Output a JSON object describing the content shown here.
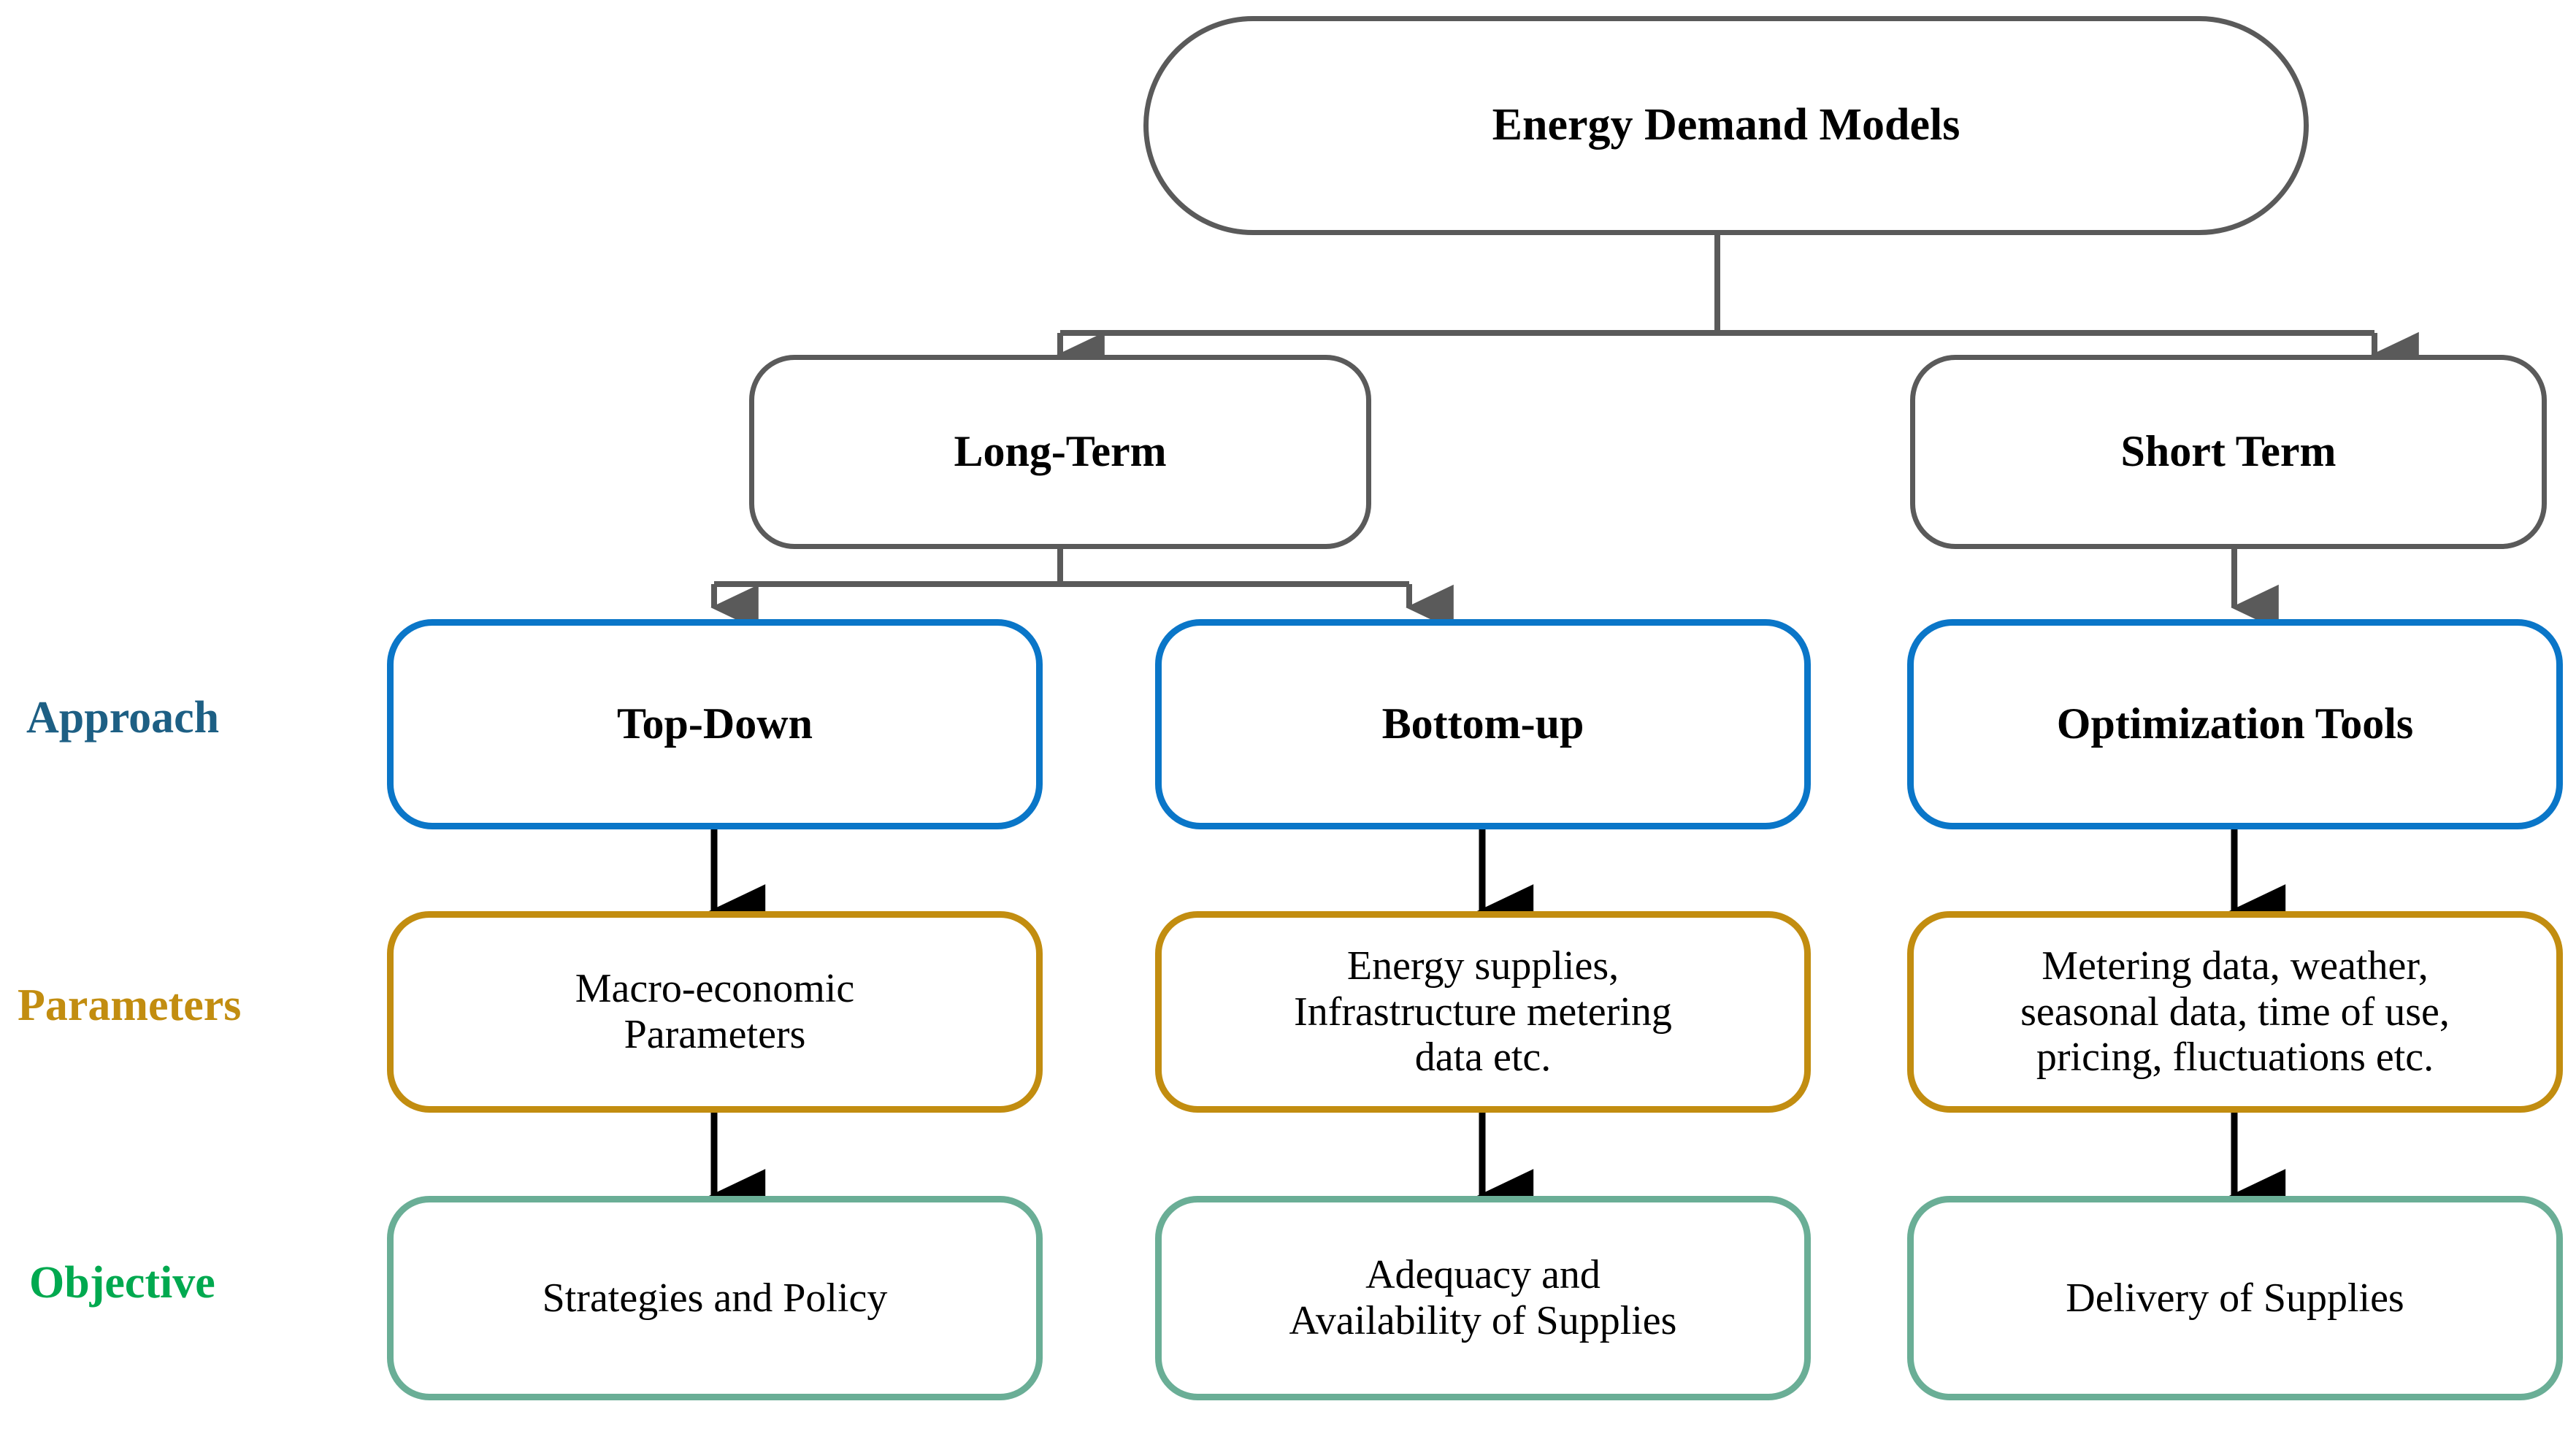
{
  "diagram": {
    "title": "Energy Demand Models taxonomy flowchart",
    "colors": {
      "gray_border": "#5a5a5a",
      "blue_border": "#0a76c8",
      "orange_border": "#c28d10",
      "green_border": "#6aae96",
      "approach_label": "#1d5f84",
      "parameters_label": "#c28d10",
      "objective_label": "#00a94f",
      "text": "#000000",
      "background": "#ffffff"
    },
    "root": {
      "label": "Energy Demand Models"
    },
    "level2": [
      {
        "label": "Long-Term"
      },
      {
        "label": "Short Term"
      }
    ],
    "row_labels": [
      {
        "label": "Approach"
      },
      {
        "label": "Parameters"
      },
      {
        "label": "Objective"
      }
    ],
    "columns": [
      {
        "approach": "Top-Down",
        "parameters_lines": [
          "Macro-economic",
          "Parameters"
        ],
        "objective_lines": [
          "Strategies and Policy"
        ]
      },
      {
        "approach": "Bottom-up",
        "parameters_lines": [
          "Energy supplies,",
          "Infrastructure metering",
          "data etc."
        ],
        "objective_lines": [
          "Adequacy and",
          "Availability of Supplies"
        ]
      },
      {
        "approach": "Optimization Tools",
        "parameters_lines": [
          "Metering data, weather,",
          "seasonal data, time of use,",
          "pricing, fluctuations etc."
        ],
        "objective_lines": [
          "Delivery of Supplies"
        ]
      }
    ]
  }
}
